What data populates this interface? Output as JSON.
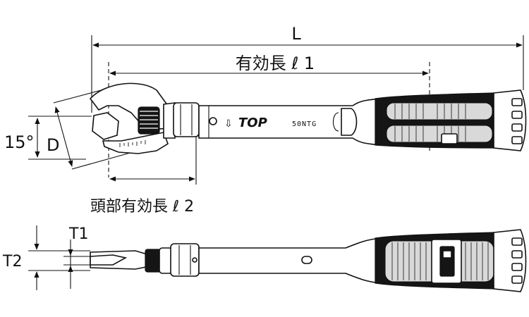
{
  "labels": {
    "overall_length": "L",
    "effective_length_1": "有効長 ℓ 1",
    "head_effective_length_2": "頭部有効長 ℓ 2",
    "angle": "15°",
    "jaw_opening": "D",
    "thickness_1": "T1",
    "thickness_2": "T2"
  },
  "marking": {
    "brand": "TOP",
    "model": "50NTG"
  }
}
